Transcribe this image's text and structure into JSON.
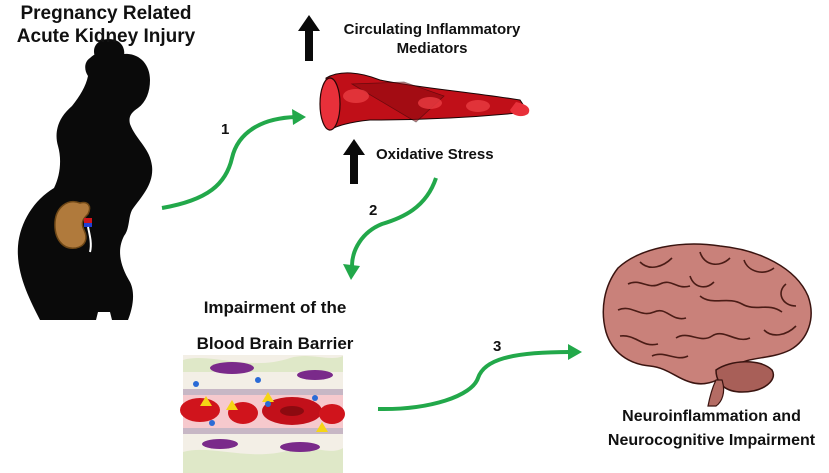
{
  "title": {
    "line1": "Pregnancy Related",
    "line2": "Acute Kidney Injury"
  },
  "mediators": {
    "line1": "Circulating Inflammatory",
    "line2": "Mediators"
  },
  "oxidative": "Oxidative Stress",
  "bbb": {
    "line1": "Impairment of the",
    "line2": "Blood Brain Barrier"
  },
  "outcome": {
    "line1": "Neuroinflammation and",
    "line2": "Neurocognitive Impairment"
  },
  "steps": [
    "1",
    "2",
    "3"
  ],
  "colors": {
    "arrow_green": "#22a84a",
    "silhouette": "#0a0a0a",
    "vessel_red": "#d4141c",
    "kidney": "#b07a3c",
    "brain": "#c9817a"
  }
}
